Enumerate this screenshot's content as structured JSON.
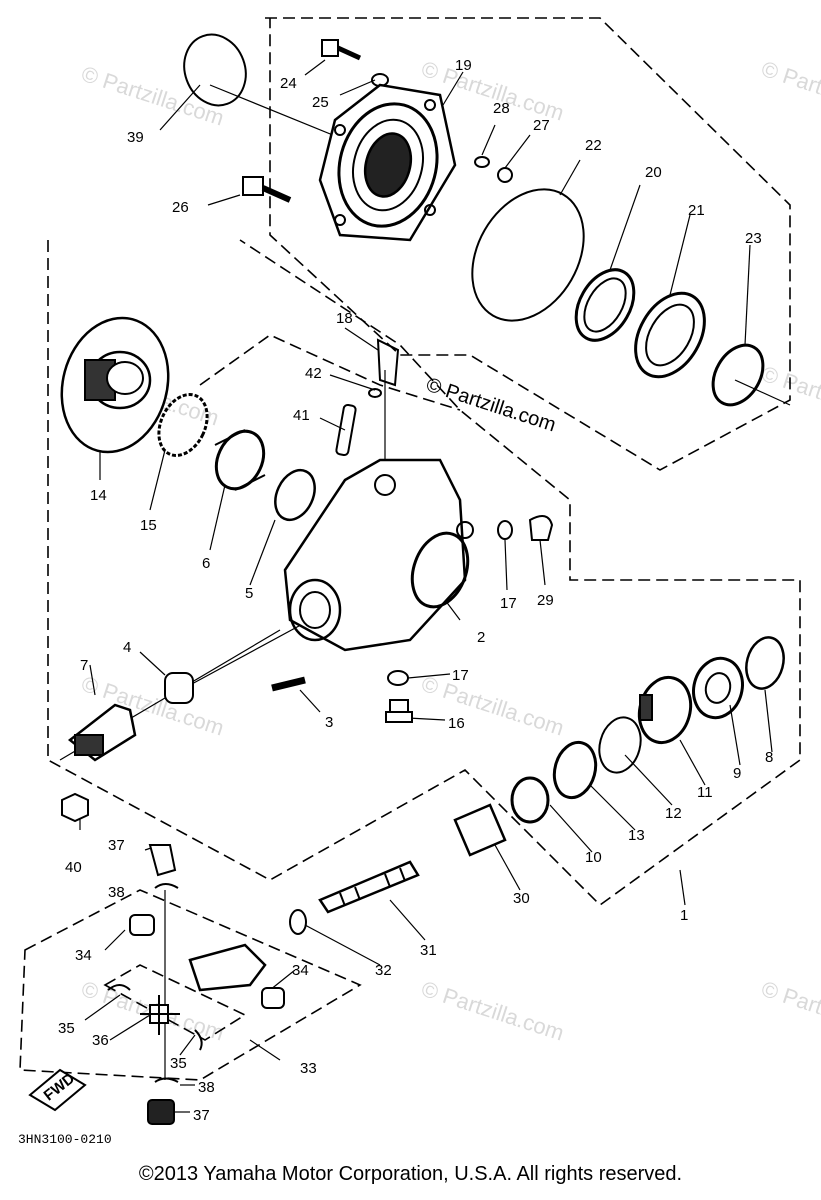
{
  "diagram": {
    "callouts": {
      "n1": "1",
      "n2": "2",
      "n3": "3",
      "n4": "4",
      "n5": "5",
      "n6": "6",
      "n7": "7",
      "n8": "8",
      "n9": "9",
      "n10": "10",
      "n11": "11",
      "n12": "12",
      "n13": "13",
      "n14": "14",
      "n15": "15",
      "n16": "16",
      "n17a": "17",
      "n17b": "17",
      "n18": "18",
      "n19": "19",
      "n20": "20",
      "n21": "21",
      "n22": "22",
      "n23": "23",
      "n24": "24",
      "n25": "25",
      "n26": "26",
      "n27": "27",
      "n28": "28",
      "n29": "29",
      "n30": "30",
      "n31": "31",
      "n32": "32",
      "n33": "33",
      "n34a": "34",
      "n34b": "34",
      "n35a": "35",
      "n35b": "35",
      "n36": "36",
      "n37a": "37",
      "n37b": "37",
      "n38a": "38",
      "n38b": "38",
      "n39": "39",
      "n40": "40",
      "n41": "41",
      "n42": "42"
    },
    "site_label": "© Partzilla.com",
    "watermark_text": "© Partzilla.com",
    "fwd_label": "FWD",
    "diagram_code": "3HN3100-0210"
  },
  "footer": {
    "copyright": "©2013  Yamaha Motor Corporation, U.S.A. All rights reserved."
  }
}
